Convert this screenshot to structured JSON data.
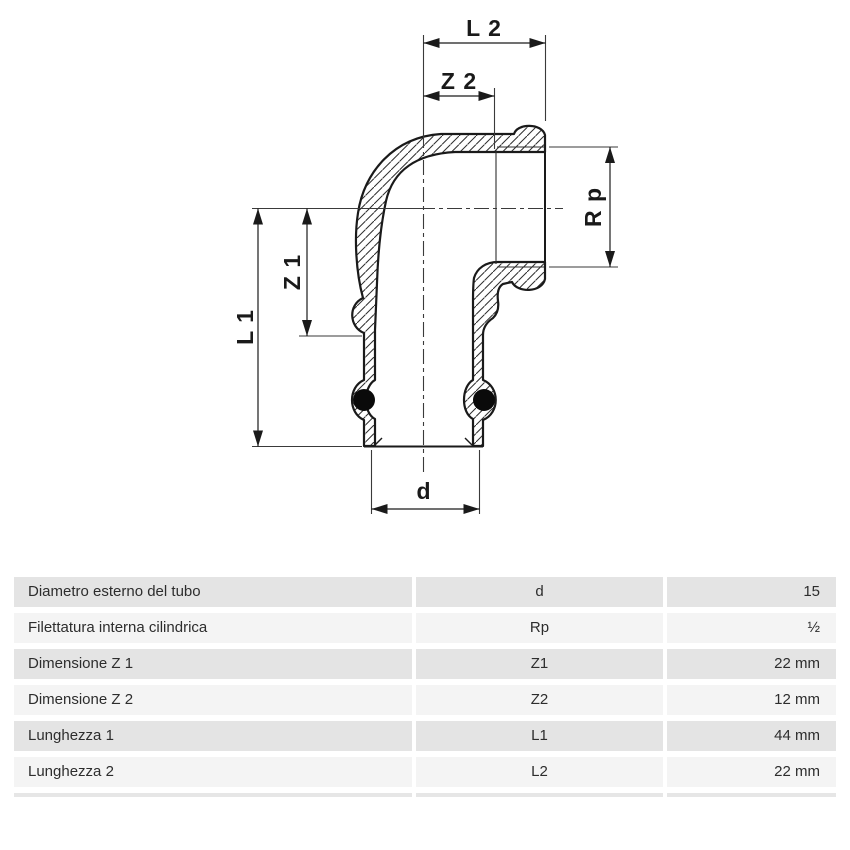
{
  "drawing": {
    "description": "Sectional technical drawing of a 90 degree press elbow fitting with female thread",
    "labels": {
      "l2": "L 2",
      "z2": "Z 2",
      "rp": "R p",
      "z1": "Z 1",
      "l1": "L 1",
      "d": "d"
    },
    "colors": {
      "outline": "#1a1a1a",
      "thin_line": "#3a3a3a",
      "oring": "#0a0a0a",
      "background": "#ffffff"
    }
  },
  "table": {
    "colors": {
      "row_odd_bg": "#e4e4e4",
      "row_even_bg": "#f4f4f4",
      "text": "#2d2d2d"
    },
    "rows": [
      {
        "name": "Diametro esterno del tubo",
        "code": "d",
        "value": "15"
      },
      {
        "name": "Filettatura interna cilindrica",
        "code": "Rp",
        "value": "½"
      },
      {
        "name": "Dimensione Z 1",
        "code": "Z1",
        "value": "22 mm"
      },
      {
        "name": "Dimensione Z 2",
        "code": "Z2",
        "value": "12 mm"
      },
      {
        "name": "Lunghezza 1",
        "code": "L1",
        "value": "44 mm"
      },
      {
        "name": "Lunghezza 2",
        "code": "L2",
        "value": "22 mm"
      }
    ]
  }
}
